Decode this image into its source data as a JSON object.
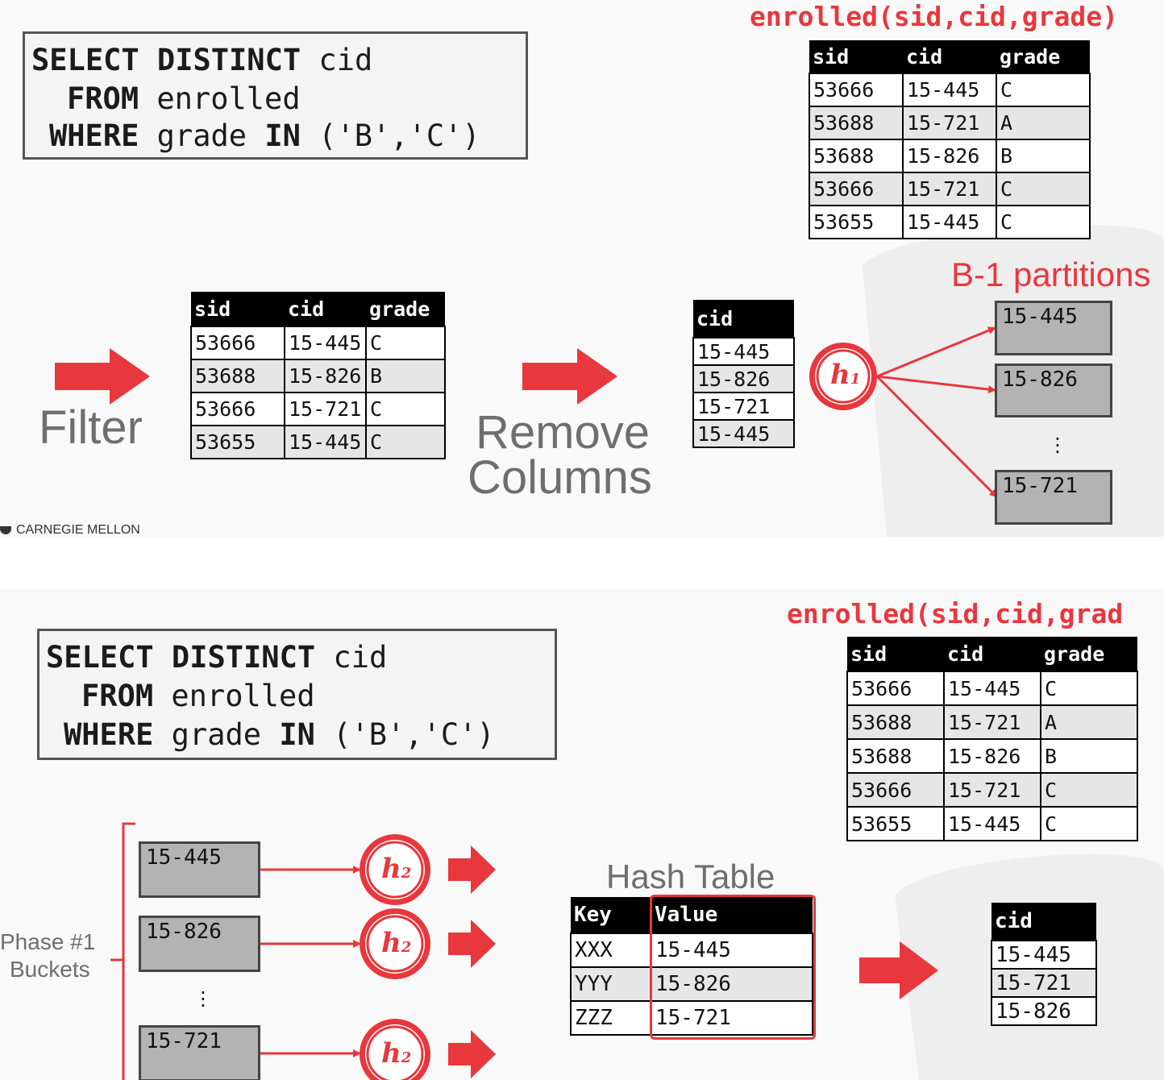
{
  "query": {
    "line1": {
      "kw": "SELECT DISTINCT",
      "rest": " cid"
    },
    "line2": {
      "kw": "FROM",
      "rest": " enrolled"
    },
    "line3": {
      "kw": "WHERE",
      "mid": " grade ",
      "kw2": "IN",
      "rest": " ('B','C')"
    }
  },
  "relation_title_1": "enrolled(sid,cid,grade)",
  "relation_title_2": "enrolled(sid,cid,grad",
  "enrolled_table": {
    "columns": [
      "sid",
      "cid",
      "grade"
    ],
    "rows": [
      [
        "53666",
        "15-445",
        "C"
      ],
      [
        "53688",
        "15-721",
        "A"
      ],
      [
        "53688",
        "15-826",
        "B"
      ],
      [
        "53666",
        "15-721",
        "C"
      ],
      [
        "53655",
        "15-445",
        "C"
      ]
    ]
  },
  "filtered_table": {
    "columns": [
      "sid",
      "cid",
      "grade"
    ],
    "rows": [
      [
        "53666",
        "15-445",
        "C"
      ],
      [
        "53688",
        "15-826",
        "B"
      ],
      [
        "53666",
        "15-721",
        "C"
      ],
      [
        "53655",
        "15-445",
        "C"
      ]
    ]
  },
  "cid_table": {
    "column": "cid",
    "rows": [
      "15-445",
      "15-826",
      "15-721",
      "15-445"
    ]
  },
  "steps": {
    "filter": "Filter",
    "remove_1": "Remove",
    "remove_2": "Columns"
  },
  "partitions_label": "B-1 partitions",
  "partitions": [
    "15-445",
    "15-826",
    "15-721"
  ],
  "ellipsis": "⋮",
  "hash1": {
    "symbol": "h",
    "subscript": "1"
  },
  "hash2": {
    "symbol": "h",
    "subscript": "2"
  },
  "footer_logo": "CARNEGIE MELLON",
  "phase_label_1": "Phase #1",
  "phase_label_2": "Buckets",
  "buckets": [
    "15-445",
    "15-826",
    "15-721"
  ],
  "hash_table": {
    "title": "Hash Table",
    "columns": [
      "Key",
      "Value"
    ],
    "rows": [
      [
        "XXX",
        "15-445"
      ],
      [
        "YYY",
        "15-826"
      ],
      [
        "ZZZ",
        "15-721"
      ]
    ]
  },
  "result_table": {
    "column": "cid",
    "rows": [
      "15-445",
      "15-721",
      "15-826"
    ]
  },
  "colors": {
    "accent": "#e8373d",
    "bucket_fill": "#b3b3b3",
    "text_light": "#6e6e6e"
  }
}
